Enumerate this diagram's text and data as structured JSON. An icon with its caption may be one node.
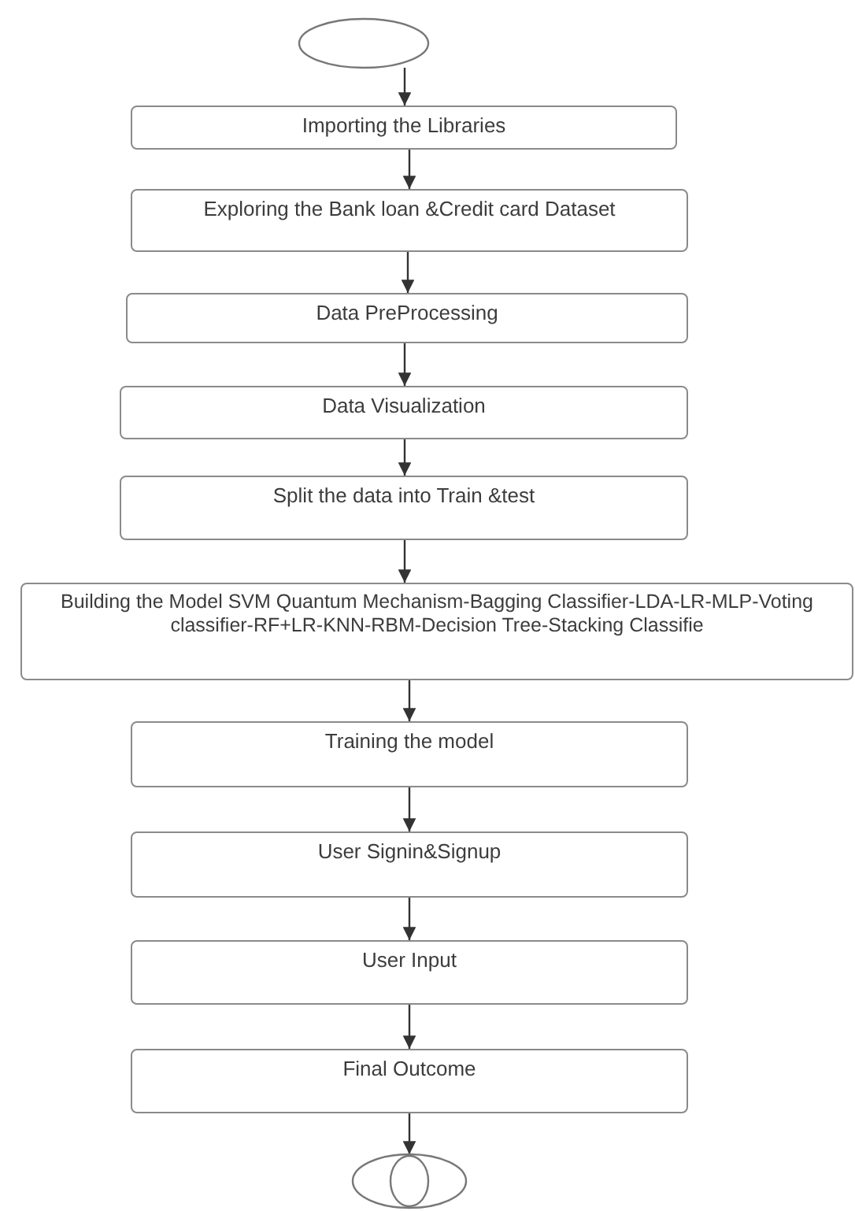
{
  "diagram": {
    "nodes": [
      {
        "text": [],
        "shape": "circle"
      },
      {
        "text": [
          "Importing the Libraries"
        ]
      },
      {
        "text": [
          "Exploring the Bank loan &Credit card Dataset"
        ]
      },
      {
        "text": [
          "Data PreProcessing"
        ]
      },
      {
        "text": [
          "Data Visualization"
        ]
      },
      {
        "text": [
          "Split the data into Train &test"
        ]
      },
      {
        "text": [
          "Building the Model SVM Quantum Mechanism-Bagging Classifier-LDA-LR-MLP-Voting classifier-RF+LR-KNN-RBM-Decision Tree-Stacking Classifie"
        ]
      },
      {
        "text": [
          "Training  the model"
        ]
      },
      {
        "text": [
          "User Signin&Signup"
        ]
      },
      {
        "text": [
          "User Input"
        ]
      },
      {
        "text": [
          "Final  Outcome"
        ]
      },
      {
        "text": [],
        "shape": "circle"
      }
    ],
    "edges": [
      {
        "from": 0,
        "to": 1,
        "arrow": "to"
      },
      {
        "from": 1,
        "to": 2,
        "arrow": "to"
      },
      {
        "from": 2,
        "to": 3,
        "arrow": "to"
      },
      {
        "from": 3,
        "to": 4,
        "arrow": "to"
      },
      {
        "from": 4,
        "to": 5,
        "arrow": "to"
      },
      {
        "from": 5,
        "to": 6,
        "arrow": "to"
      },
      {
        "from": 6,
        "to": 7,
        "arrow": "to"
      },
      {
        "from": 7,
        "to": 8,
        "arrow": "to"
      },
      {
        "from": 8,
        "to": 9,
        "arrow": "to"
      },
      {
        "from": 9,
        "to": 10,
        "arrow": "to"
      },
      {
        "from": 10,
        "to": 11,
        "arrow": "to"
      }
    ]
  }
}
